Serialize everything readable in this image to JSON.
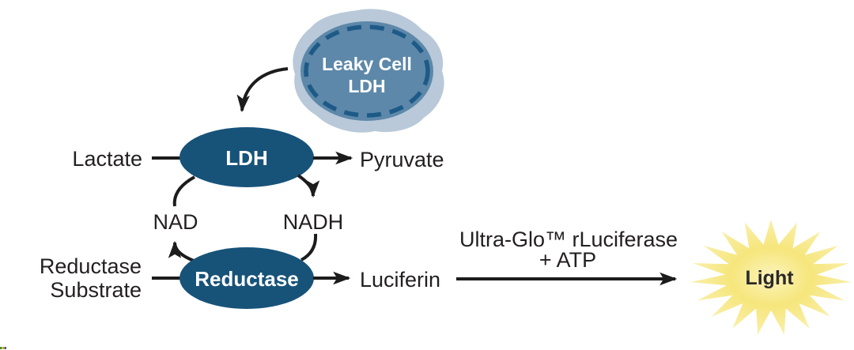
{
  "colors": {
    "enzyme_fill": "#175379",
    "cell_outer": "#b9c9d9",
    "cell_inner": "#5d88a9",
    "cell_membrane": "#1d5a87",
    "arrow": "#1c1c1c",
    "text": "#231f20",
    "light_center": "#fcf4bc",
    "light_mid": "#f6e67c",
    "light_edge": "#f9efaa"
  },
  "leaky_cell": {
    "line1": "Leaky Cell",
    "line2": "LDH"
  },
  "ldh_row": {
    "substrate": "Lactate",
    "enzyme": "LDH",
    "product": "Pyruvate"
  },
  "cofactor_cycle": {
    "nad": "NAD",
    "nadh": "NADH"
  },
  "reductase_row": {
    "substrate_line1": "Reductase",
    "substrate_line2": "Substrate",
    "enzyme": "Reductase",
    "product": "Luciferin"
  },
  "light_reaction": {
    "catalyst_line1": "Ultra-Glo™ rLuciferase",
    "catalyst_line2": "+ ATP",
    "product": "Light"
  }
}
